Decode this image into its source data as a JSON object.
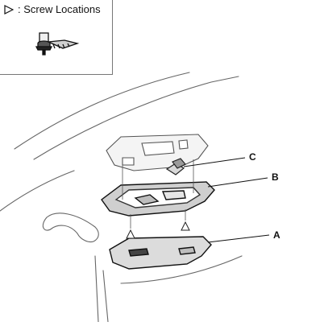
{
  "legend": {
    "marker_symbol": "triangle-marker",
    "text": ": Screw Locations"
  },
  "callouts": {
    "a": "A",
    "b": "B",
    "c": "C"
  },
  "icons": {
    "screw": "screw-icon"
  }
}
